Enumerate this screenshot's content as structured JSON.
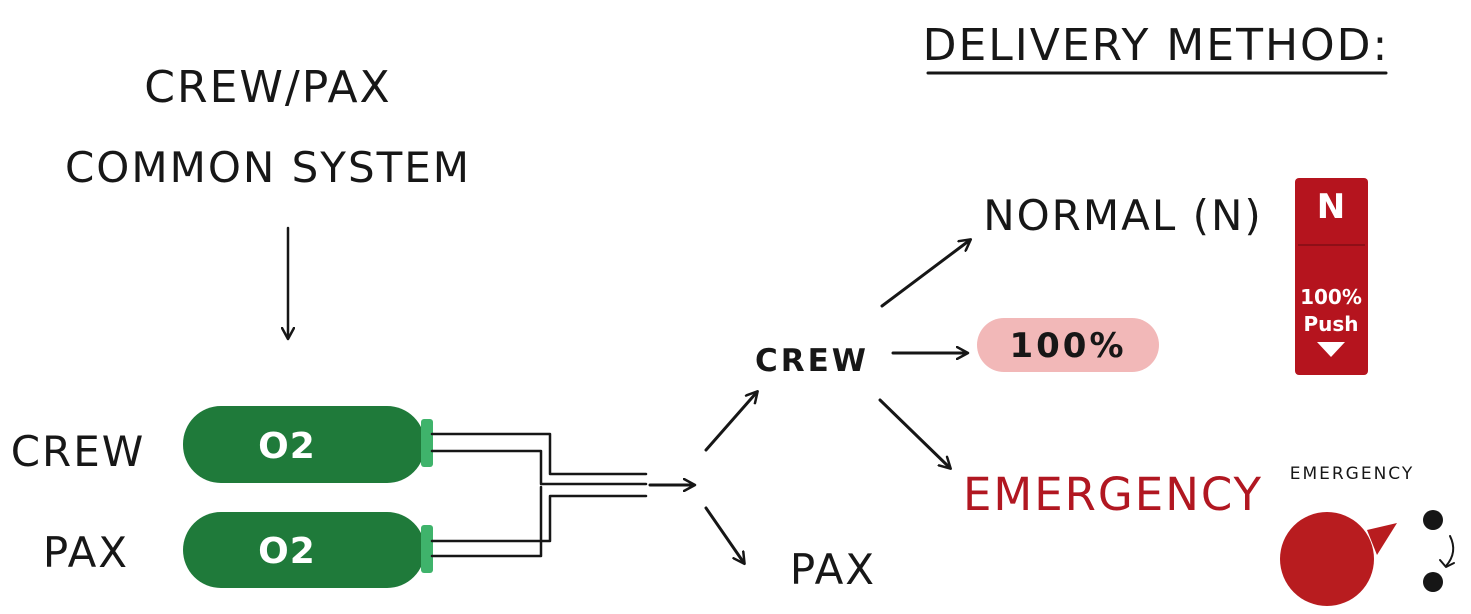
{
  "title": {
    "line1": "CREW/PAX",
    "line2": "COMMON SYSTEM"
  },
  "delivery_heading": "DELIVERY METHOD:",
  "cylinders": [
    {
      "side_label": "CREW",
      "gas_label": "O2"
    },
    {
      "side_label": "PAX",
      "gas_label": "O2"
    }
  ],
  "branches": {
    "crew": "CREW",
    "pax": "PAX"
  },
  "modes": {
    "normal": "NORMAL (N)",
    "hundred": "100%",
    "emergency": "EMERGENCY"
  },
  "normal_switch": {
    "top_label": "N",
    "push_label_line1": "100%",
    "push_label_line2": "Push"
  },
  "emergency_knob": {
    "label": "EMERGENCY"
  },
  "colors": {
    "cylinder_green": "#1f7a3a",
    "cylinder_cap": "#3fb36b",
    "switch_red": "#b5141e",
    "knob_red": "#b81c1f",
    "emergency_text": "#b11721",
    "hundred_pill": "#f2b8b8",
    "ink": "#161616"
  },
  "icons": {
    "arrow": "arrow-icon",
    "push_arrow": "down-triangle-icon"
  }
}
